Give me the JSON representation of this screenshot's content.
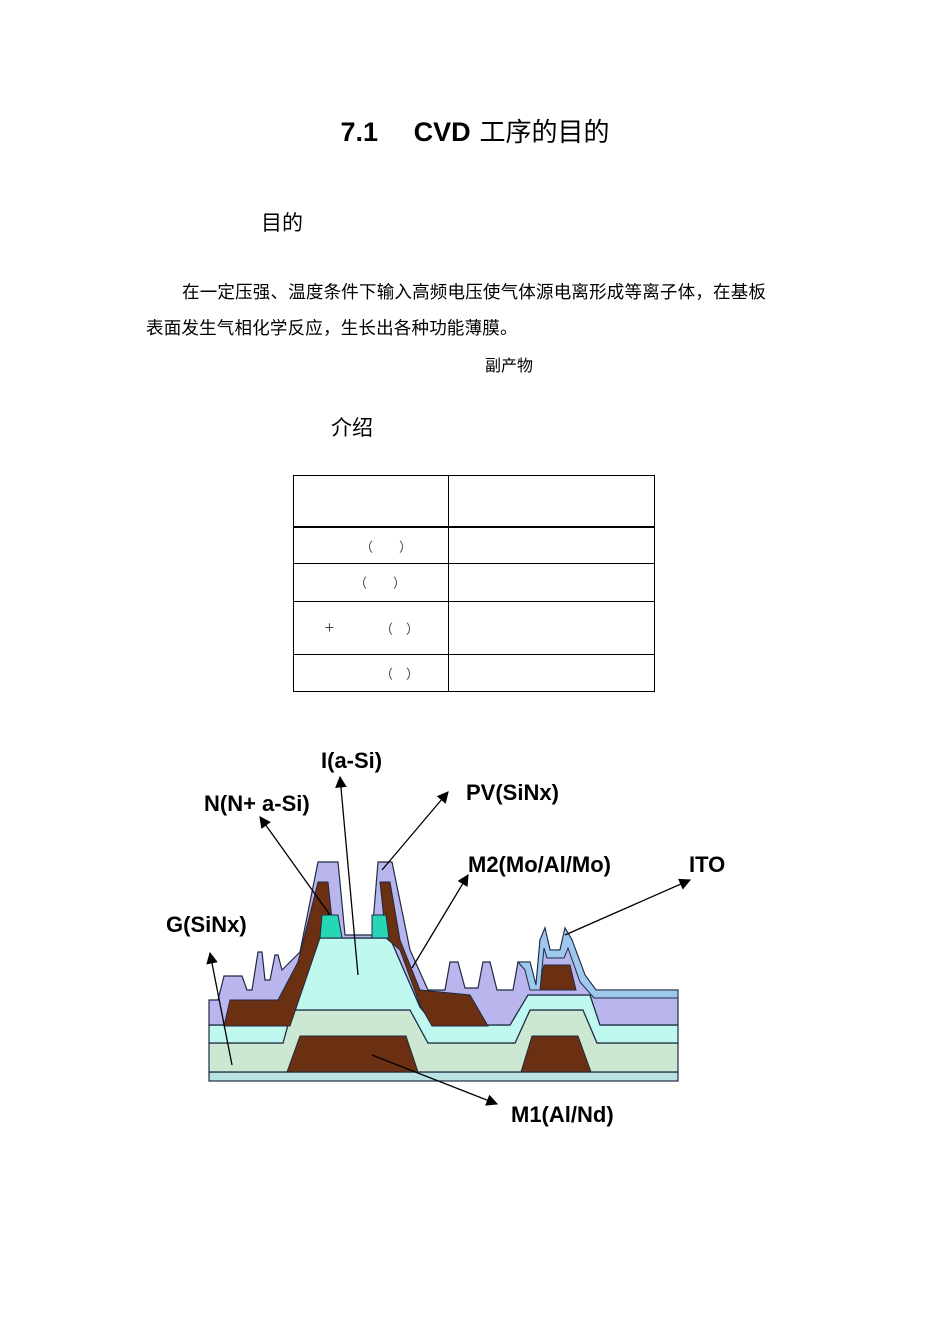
{
  "heading": {
    "number": "7.1",
    "latin": "CVD",
    "chinese": "工序的目的"
  },
  "section_purpose": "目的",
  "paragraph": {
    "line1": "在一定压强、温度条件下输入高频电压使气体源电离形成等离子体，在基板",
    "line2": "表面发生气相化学反应，生长出各种功能薄膜。"
  },
  "byproduct": "副产物",
  "section_intro": "介绍",
  "table": {
    "rows": [
      {
        "left": "",
        "right": ""
      },
      {
        "left": "（　　）",
        "right": ""
      },
      {
        "left": "（　　）",
        "right": ""
      },
      {
        "plus": "+",
        "left": "（　）",
        "right": ""
      },
      {
        "left": "（　）",
        "right": ""
      }
    ]
  },
  "diagram": {
    "labels": {
      "i_asi": "I(a-Si)",
      "pv": "PV(SiNx)",
      "n_asi": "N(N+ a-Si)",
      "m2": "M2(Mo/Al/Mo)",
      "ito": "ITO",
      "g": "G(SiNx)",
      "m1": "M1(Al/Nd)"
    },
    "colors": {
      "substrate": "#b9e3e3",
      "gate_sinx": "#cde8d2",
      "asi": "#bff8ee",
      "metal": "#6b2f12",
      "n_plus": "#27d6b4",
      "pv": "#b8b6ec",
      "ito": "#9fc8ee",
      "outline": "#1f2a44"
    }
  }
}
